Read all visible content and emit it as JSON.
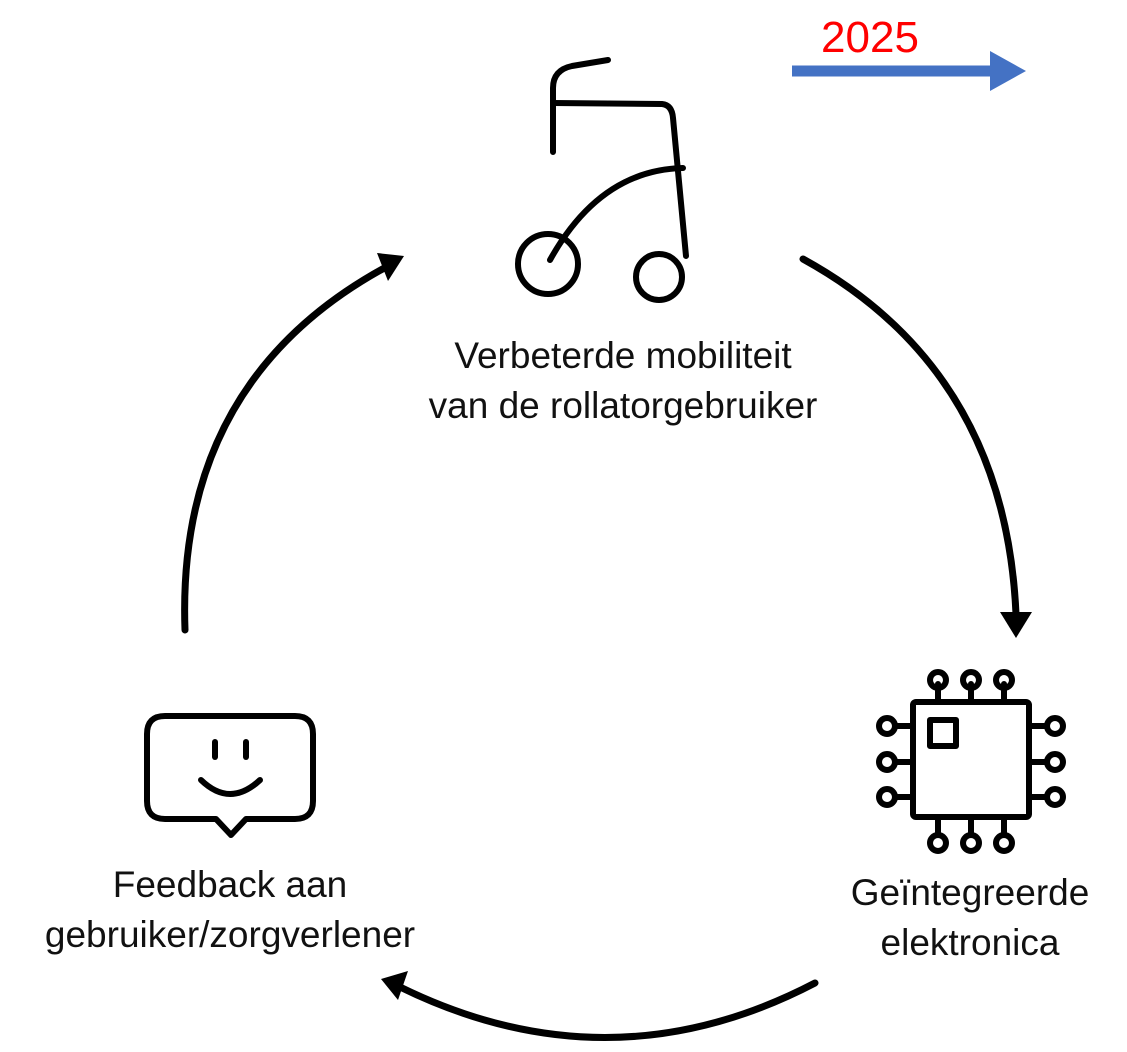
{
  "year": {
    "label": "2025",
    "color": "#ff0000",
    "arrow_color": "#4472c4"
  },
  "nodes": {
    "top": {
      "icon": "rollator-icon",
      "line1": "Verbeterde mobiliteit",
      "line2": "van de rollatorgebruiker"
    },
    "right": {
      "icon": "chip-icon",
      "line1": "Geïntegreerde",
      "line2": "elektronica"
    },
    "left": {
      "icon": "feedback-speech-bubble-smiley-icon",
      "line1": "Feedback aan",
      "line2": "gebruiker/zorgverlener"
    }
  },
  "arrows": [
    {
      "from": "top",
      "to": "right"
    },
    {
      "from": "right",
      "to": "left"
    },
    {
      "from": "left",
      "to": "top"
    }
  ],
  "colors": {
    "stroke": "#000000",
    "text": "#111111"
  }
}
